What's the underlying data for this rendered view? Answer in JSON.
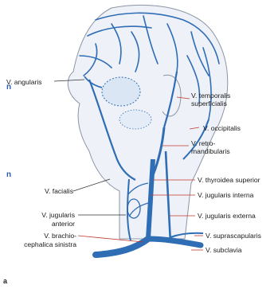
{
  "figure": {
    "panel_letter": "a",
    "margin_marks": [
      "n",
      "n"
    ],
    "labels": {
      "angularis": "V. angularis",
      "temporalis_1": "V. temporalis",
      "temporalis_2": "superficialis",
      "occipitalis": "V. occipitalis",
      "retro_1": "V. retro-",
      "retro_2": "mandibularis",
      "thyroidea": "V. thyroidea superior",
      "facialis": "V. facialis",
      "jug_interna": "V. jugularis interna",
      "jug_anterior_1": "V. jugularis",
      "jug_anterior_2": "anterior",
      "jug_externa": "V. jugularis externa",
      "suprascapularis": "V. suprascapularis",
      "brachio_1": "V. brachio-",
      "brachio_2": "cephalica sinistra",
      "subclavia": "V. subclavia"
    }
  },
  "colors": {
    "vein": "#2f6db5",
    "vein_dark": "#1f4f8f",
    "leader": "#c0392b",
    "leader_black": "#333333",
    "skin": "#e9eef5",
    "outline": "#7a8696"
  }
}
